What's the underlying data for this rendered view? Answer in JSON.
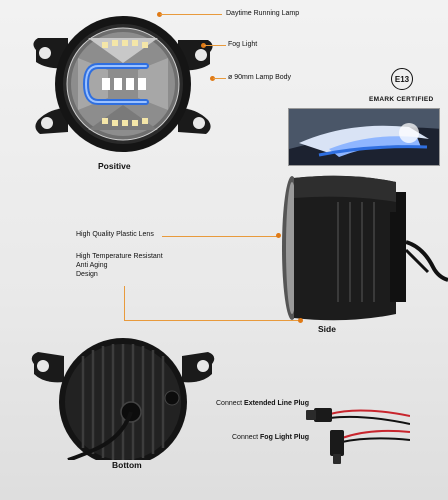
{
  "callouts": {
    "drl": "Daytime Running Lamp",
    "fog": "Fog Light",
    "body": "ø 90mm Lamp Body",
    "lens": "High Quality Plastic Lens",
    "resistant": [
      "High Temperature Resistant",
      "Anti Aging",
      "Design"
    ]
  },
  "views": {
    "positive": "Positive",
    "side": "Side",
    "bottom": "Bottom"
  },
  "emark": {
    "code": "E13",
    "label": "EMARK CERTIFIED"
  },
  "plugs": {
    "extended_prefix": "Connect ",
    "extended_bold": "Extended Line Plug",
    "fog_prefix": "Connect ",
    "fog_bold": "Fog Light Plug"
  },
  "colors": {
    "accent_line": "#e89a3c",
    "drl_blue": "#2f6fe0"
  }
}
